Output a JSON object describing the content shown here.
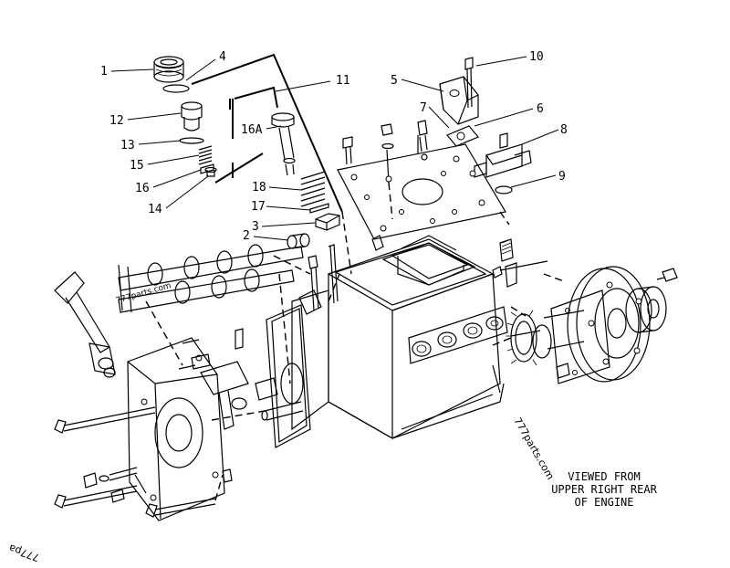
{
  "callouts": [
    {
      "id": "c1",
      "text": "1"
    },
    {
      "id": "c4",
      "text": "4"
    },
    {
      "id": "c12",
      "text": "12"
    },
    {
      "id": "c13",
      "text": "13"
    },
    {
      "id": "c15",
      "text": "15"
    },
    {
      "id": "c16",
      "text": "16"
    },
    {
      "id": "c14",
      "text": "14"
    },
    {
      "id": "c16a",
      "text": "16A"
    },
    {
      "id": "c18",
      "text": "18"
    },
    {
      "id": "c17",
      "text": "17"
    },
    {
      "id": "c3",
      "text": "3"
    },
    {
      "id": "c2",
      "text": "2"
    },
    {
      "id": "c11",
      "text": "11"
    },
    {
      "id": "c5",
      "text": "5"
    },
    {
      "id": "c10",
      "text": "10"
    },
    {
      "id": "c7",
      "text": "7"
    },
    {
      "id": "c6",
      "text": "6"
    },
    {
      "id": "c8",
      "text": "8"
    },
    {
      "id": "c9",
      "text": "9"
    }
  ],
  "caption": {
    "line1": "VIEWED FROM",
    "line2": "UPPER RIGHT REAR",
    "line3": "OF ENGINE"
  },
  "watermark": {
    "main": "777parts.com",
    "corner": "777pa",
    "camshaft": "777parts.com"
  },
  "colors": {
    "ink": "#000000",
    "paper": "#ffffff"
  }
}
